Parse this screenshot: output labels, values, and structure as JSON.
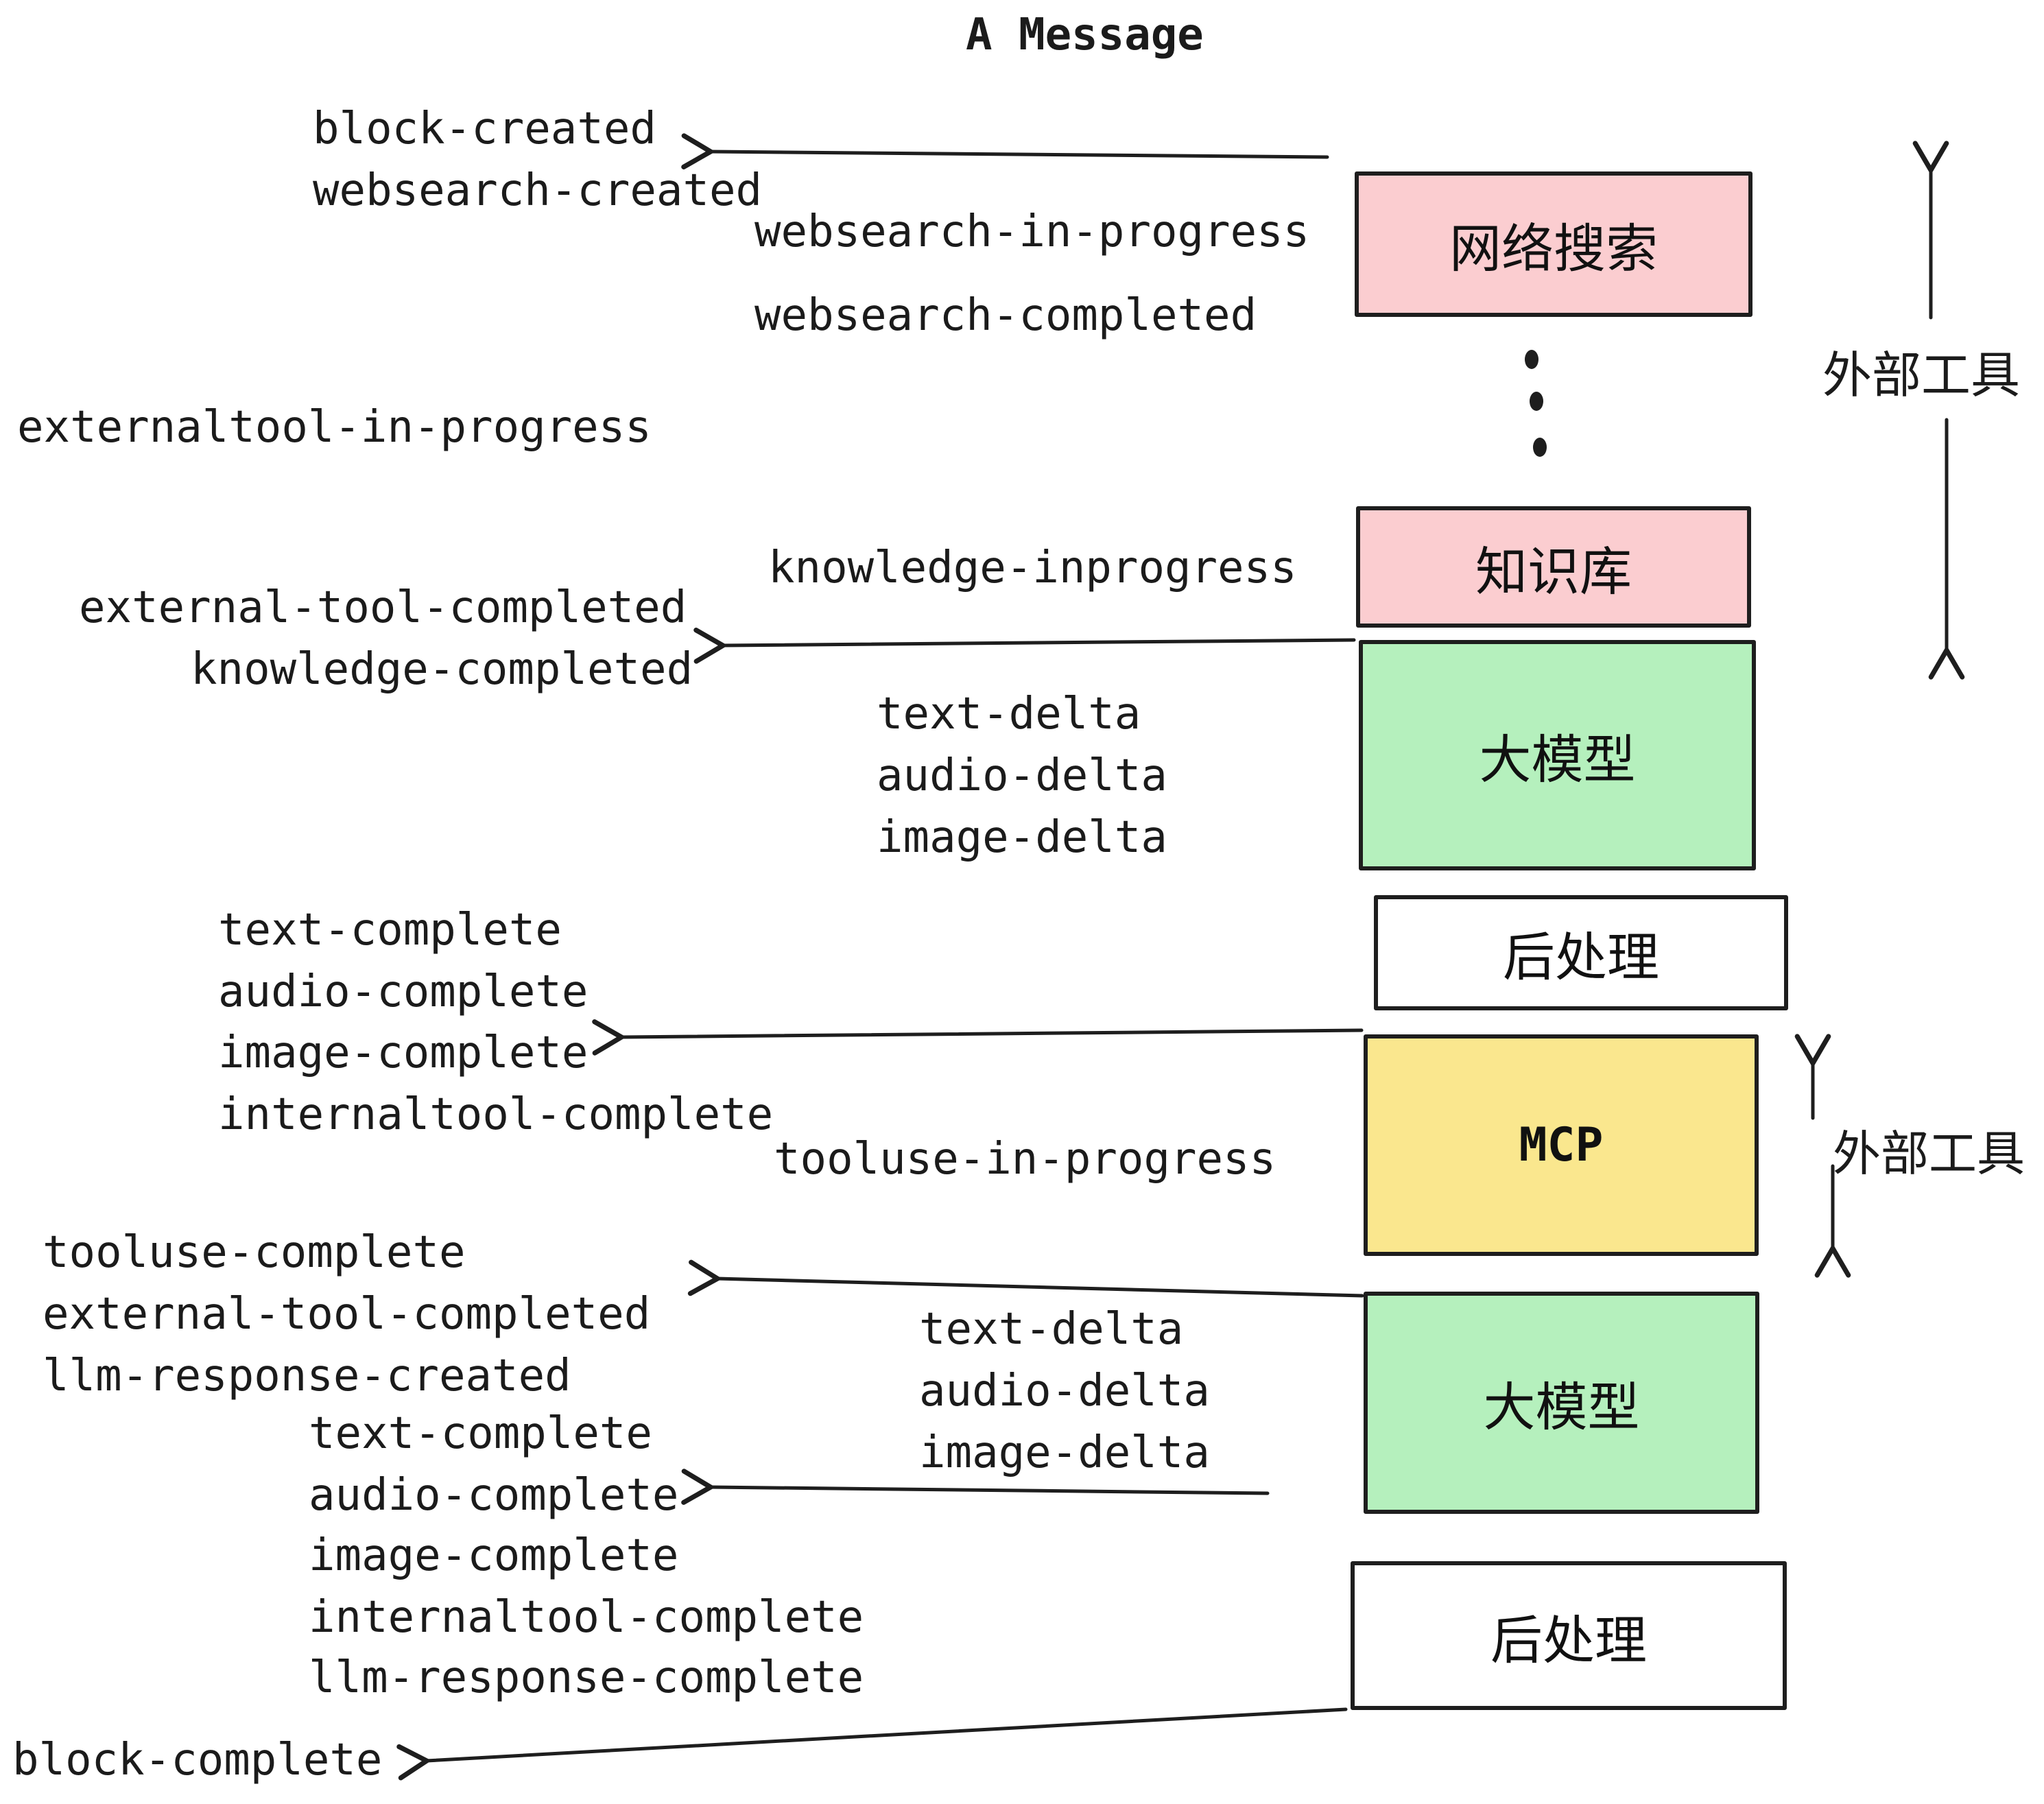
{
  "title": "A Message",
  "colors": {
    "background": "#ffffff",
    "stroke": "#1e1e1e",
    "pink": "#fbcdd0",
    "green": "#b5f0bd",
    "yellow": "#fae78e",
    "white_box": "#ffffff",
    "text": "#1b1b1b"
  },
  "boxes": [
    {
      "label": "网络搜索",
      "color": "#fbcdd0"
    },
    {
      "label": "知识库",
      "color": "#fbcdd0"
    },
    {
      "label": "大模型",
      "color": "#b5f0bd"
    },
    {
      "label": "后处理",
      "color": "#ffffff"
    },
    {
      "label": "MCP",
      "color": "#fae78e"
    },
    {
      "label": "大模型",
      "color": "#b5f0bd"
    },
    {
      "label": "后处理",
      "color": "#ffffff"
    }
  ],
  "events": {
    "block_created": "block-created",
    "websearch_created": "websearch-created",
    "websearch_in_progress": "websearch-in-progress",
    "websearch_completed": "websearch-completed",
    "externaltool_in_progress": "externaltool-in-progress",
    "knowledge_inprogress": "knowledge-inprogress",
    "external_tool_completed_1": "external-tool-completed",
    "knowledge_completed": "knowledge-completed",
    "text_delta_1": "text-delta",
    "audio_delta_1": "audio-delta",
    "image_delta_1": "image-delta",
    "text_complete_1": "text-complete",
    "audio_complete_1": "audio-complete",
    "image_complete_1": "image-complete",
    "internaltool_complete_1": "internaltool-complete",
    "tooluse_in_progress": "tooluse-in-progress",
    "tooluse_complete": "tooluse-complete",
    "external_tool_completed_2": "external-tool-completed",
    "llm_response_created": "llm-response-created",
    "text_complete_2": "text-complete",
    "audio_complete_2": "audio-complete",
    "image_complete_2": "image-complete",
    "internaltool_complete_2": "internaltool-complete",
    "llm_response_complete": "llm-response-complete",
    "block_complete": "block-complete"
  },
  "annotations": {
    "external_tools_top": "外部工具",
    "external_tools_bottom": "外部工具"
  }
}
